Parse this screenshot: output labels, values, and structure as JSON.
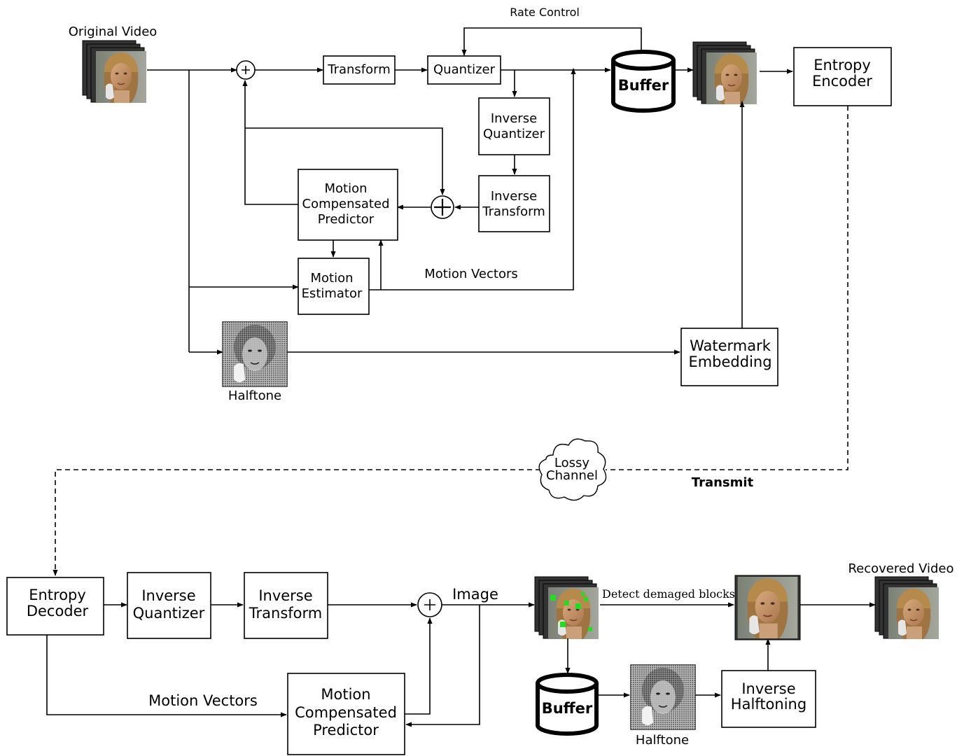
{
  "labels": {
    "original_video": "Original Video",
    "rate_control": "Rate Control",
    "transform": "Transform",
    "quantizer": "Quantizer",
    "buffer_top": "Buffer",
    "entropy_encoder": [
      "Entropy",
      "Encoder"
    ],
    "inverse_quantizer_top": [
      "Inverse",
      "Quantizer"
    ],
    "inverse_transform_top": [
      "Inverse",
      "Transform"
    ],
    "mcp_top": [
      "Motion",
      "Compensated",
      "Predictor"
    ],
    "motion_estimator": [
      "Motion",
      "Estimator"
    ],
    "motion_vectors_top": "Motion Vectors",
    "halftone_top": "Halftone",
    "watermark_embedding": [
      "Watermark",
      "Embedding"
    ],
    "lossy_channel": [
      "Lossy",
      "Channel"
    ],
    "transmit": "Transmit",
    "entropy_decoder": [
      "Entropy",
      "Decoder"
    ],
    "inverse_quantizer_bottom": [
      "Inverse",
      "Quantizer"
    ],
    "inverse_transform_bottom": [
      "Inverse",
      "Transform"
    ],
    "image": "Image",
    "detect_damaged": "Detect demaged blocks",
    "recovered_video": "Recovered Video",
    "motion_vectors_bottom": "Motion Vectors",
    "mcp_bottom": [
      "Motion",
      "Compensated",
      "Predictor"
    ],
    "buffer_bottom": "Buffer",
    "halftone_bottom": "Halftone",
    "inverse_halftoning": [
      "Inverse",
      "Halftoning"
    ]
  },
  "colors": {
    "stroke": "#000000",
    "frame_skin": "#c89a6c",
    "frame_hair": "#b68a4a",
    "frame_bg": "#8f9488",
    "damage_green": "#22dd22"
  },
  "icons": [
    "video-frames-icon",
    "halftone-image-icon",
    "buffer-cylinder-icon",
    "cloud-icon",
    "summing-junction-icon"
  ]
}
